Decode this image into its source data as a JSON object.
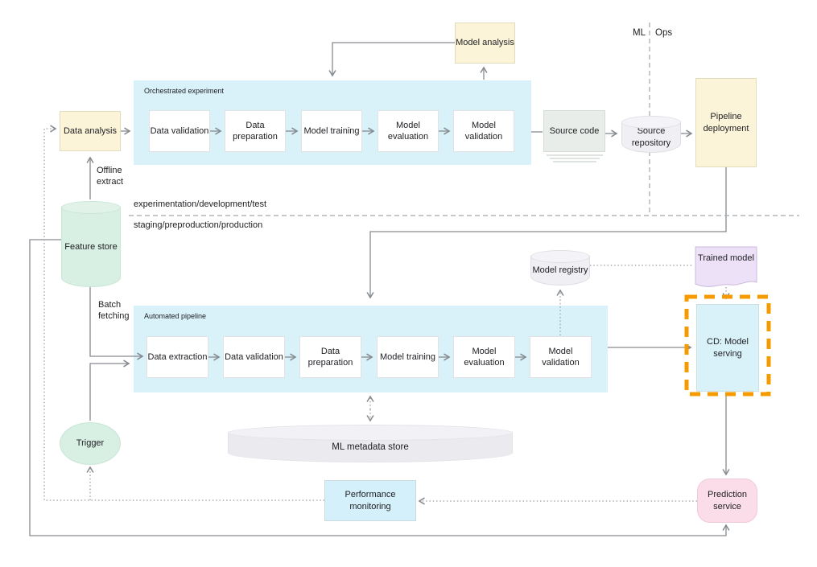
{
  "diagram": {
    "title_area": {
      "ml_label": "ML",
      "ops_label": "Ops"
    },
    "nodes": {
      "model_analysis": "Model analysis",
      "data_analysis": "Data analysis",
      "source_code": "Source code",
      "source_repository": "Source repository",
      "pipeline_deployment": "Pipeline deployment",
      "feature_store": "Feature store",
      "model_registry": "Model registry",
      "trained_model": "Trained model",
      "cd_model_serving": "CD: Model serving",
      "trigger": "Trigger",
      "ml_metadata_store": "ML metadata store",
      "performance_monitoring": "Performance monitoring",
      "prediction_service": "Prediction service"
    },
    "containers": {
      "orchestrated": {
        "label": "Orchestrated experiment",
        "steps": [
          "Data validation",
          "Data preparation",
          "Model training",
          "Model evaluation",
          "Model validation"
        ]
      },
      "automated": {
        "label": "Automated pipeline",
        "steps": [
          "Data extraction",
          "Data validation",
          "Data preparation",
          "Model training",
          "Model evaluation",
          "Model validation"
        ]
      }
    },
    "edge_labels": {
      "offline_extract": "Offline extract",
      "batch_fetching": "Batch fetching",
      "env_top": "experimentation/development/test",
      "env_bottom": "staging/preproduction/production"
    },
    "colors": {
      "container_fill": "#d9f1f9",
      "process_yellow": "#fcf4d9",
      "store_green": "#d8efe3",
      "artifact_gray": "#f0f0f4",
      "neutral_box": "#e9ede9",
      "trained_lavender": "#ece1f6",
      "serving_cyan": "#d9f1f9",
      "monitoring_cyan": "#d4f0fa",
      "prediction_pink": "#fadde8",
      "metadata_gray": "#ebebef",
      "highlight_orange": "#f59b00",
      "line_gray": "#868b90",
      "dotted_gray": "#9aa0a6"
    }
  }
}
